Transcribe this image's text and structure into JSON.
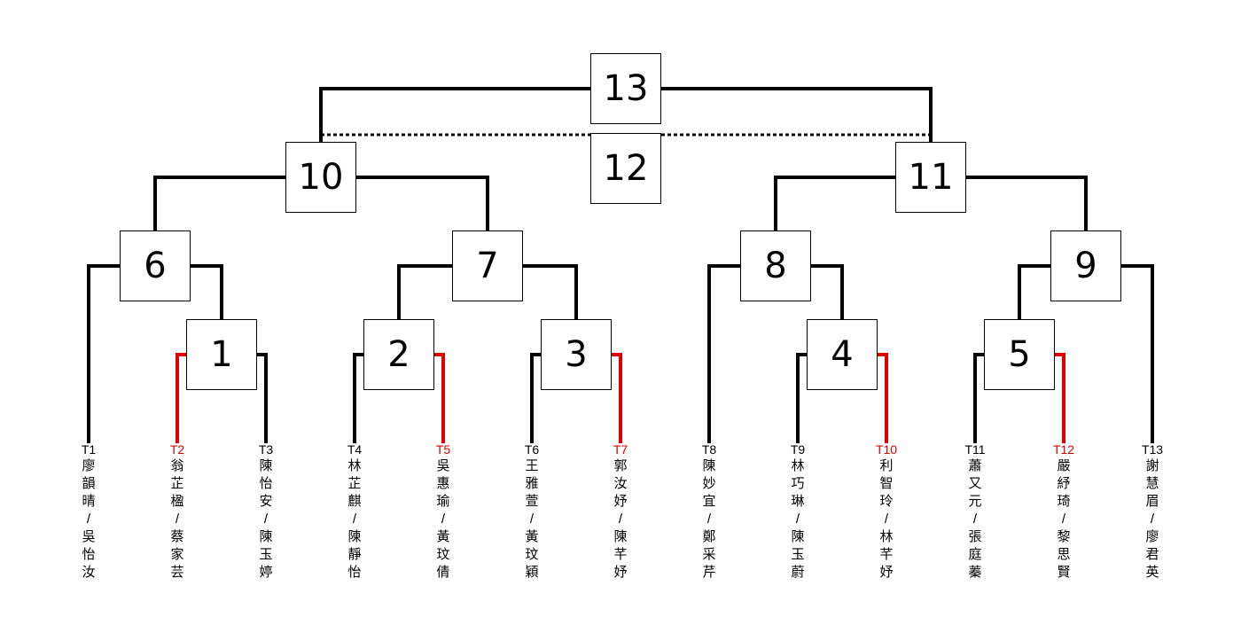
{
  "colors": {
    "line": "#000000",
    "highlight": "#e00000"
  },
  "matches": [
    "1",
    "2",
    "3",
    "4",
    "5",
    "6",
    "7",
    "8",
    "9",
    "10",
    "11",
    "12",
    "13"
  ],
  "teams": [
    {
      "code": "T1",
      "names": "廖韻晴/吳怡汝",
      "highlight": false
    },
    {
      "code": "T2",
      "names": "翁芷楹/蔡家芸",
      "highlight": true
    },
    {
      "code": "T3",
      "names": "陳怡安/陳玉婷",
      "highlight": false
    },
    {
      "code": "T4",
      "names": "林芷麒/陳靜怡",
      "highlight": false
    },
    {
      "code": "T5",
      "names": "吳惠瑜/黃玟倩",
      "highlight": true
    },
    {
      "code": "T6",
      "names": "王雅萱/黃玟穎",
      "highlight": false
    },
    {
      "code": "T7",
      "names": "郭汝妤/陳芊妤",
      "highlight": true
    },
    {
      "code": "T8",
      "names": "陳妙宜/鄭采芹",
      "highlight": false
    },
    {
      "code": "T9",
      "names": "林巧琳/陳玉蔚",
      "highlight": false
    },
    {
      "code": "T10",
      "names": "利智玲/林芊妤",
      "highlight": true
    },
    {
      "code": "T11",
      "names": "蕭又元/張庭蓁",
      "highlight": false
    },
    {
      "code": "T12",
      "names": "嚴紓琦/黎思賢",
      "highlight": true
    },
    {
      "code": "T13",
      "names": "謝慧眉/廖君英",
      "highlight": false
    }
  ]
}
